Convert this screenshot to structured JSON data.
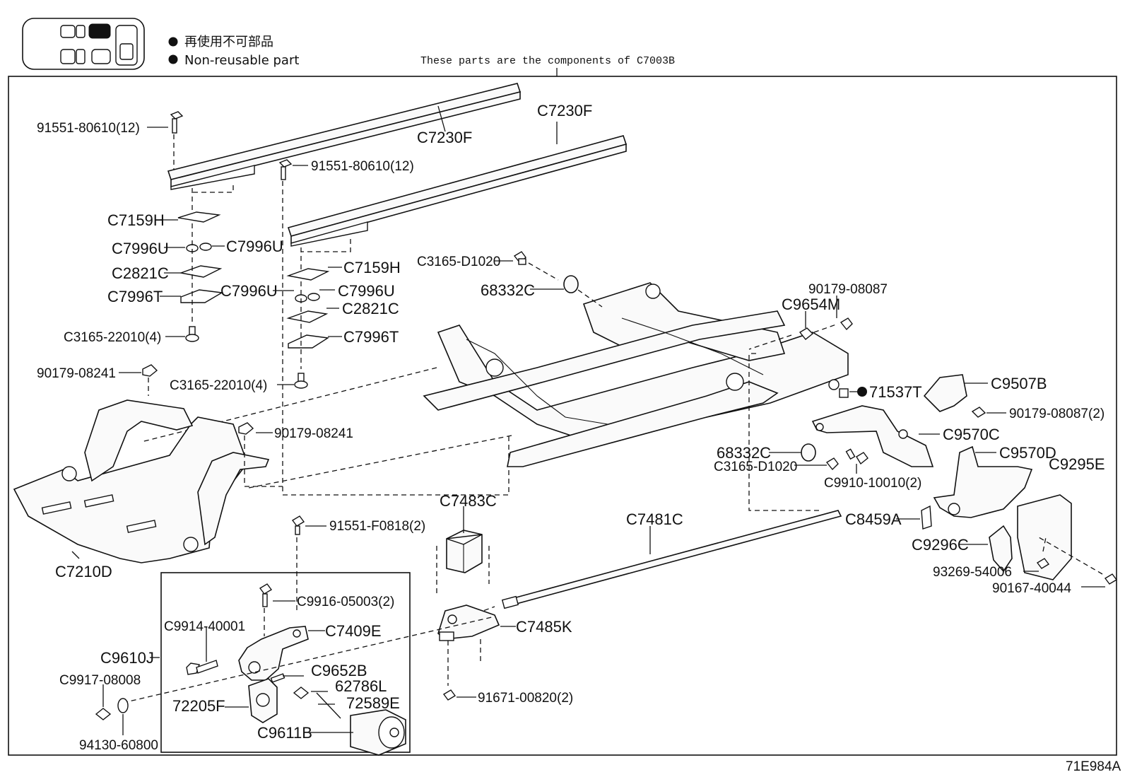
{
  "legend": {
    "non_reusable_jp": "再使用不可部品",
    "non_reusable_en": "Non-reusable part"
  },
  "header_note": "These parts are the components of C7003B",
  "figure_id": "71E984A",
  "labels": {
    "bolt_top_left": "91551-80610(12)",
    "rail_left": "C7230F",
    "rail_right_top": "C7230F",
    "bolt_top_right": "91551-80610(12)",
    "c7159h_left": "C7159H",
    "c7996u_l1": "C7996U",
    "c7996u_l2": "C7996U",
    "c2821c_left": "C2821C",
    "c7996t_left": "C7996T",
    "c7996u_r1": "C7996U",
    "c7996u_r2": "C7996U",
    "c7159h_right": "C7159H",
    "c2821c_right": "C2821C",
    "c7996t_right": "C7996T",
    "bolt_c3165_l": "C3165-22010(4)",
    "bolt_c3165_r": "C3165-22010(4)",
    "nut_90179_a": "90179-08241",
    "nut_90179_b": "90179-08241",
    "c3165_d1020_top": "C3165-D1020",
    "bushing_top": "68332C",
    "nut_90179_08087": "90179-08087",
    "c9654m": "C9654M",
    "c9507b": "C9507B",
    "p71537t": "71537T",
    "nut_90179_08087_2": "90179-08087(2)",
    "c9570c": "C9570C",
    "bushing_bottom": "68332C",
    "c9570d": "C9570D",
    "c9295e": "C9295E",
    "c3165_d1020_bot": "C3165-D1020",
    "c9910": "C9910-10010(2)",
    "c8459a": "C8459A",
    "c9296c": "C9296C",
    "bolt_93269": "93269-54006",
    "bolt_90167": "90167-40044",
    "c7481c": "C7481C",
    "c7483c": "C7483C",
    "c7485k": "C7485K",
    "bolt_91671": "91671-00820(2)",
    "bolt_91551_f": "91551-F0818(2)",
    "c7210d": "C7210D",
    "c9916": "C9916-05003(2)",
    "c9914": "C9914-40001",
    "c7409e": "C7409E",
    "c9610j": "C9610J",
    "c9652b": "C9652B",
    "c9917": "C9917-08008",
    "p62786l": "62786L",
    "p72589e": "72589E",
    "p72205f": "72205F",
    "c9611b": "C9611B",
    "washer_94130": "94130-60800"
  }
}
